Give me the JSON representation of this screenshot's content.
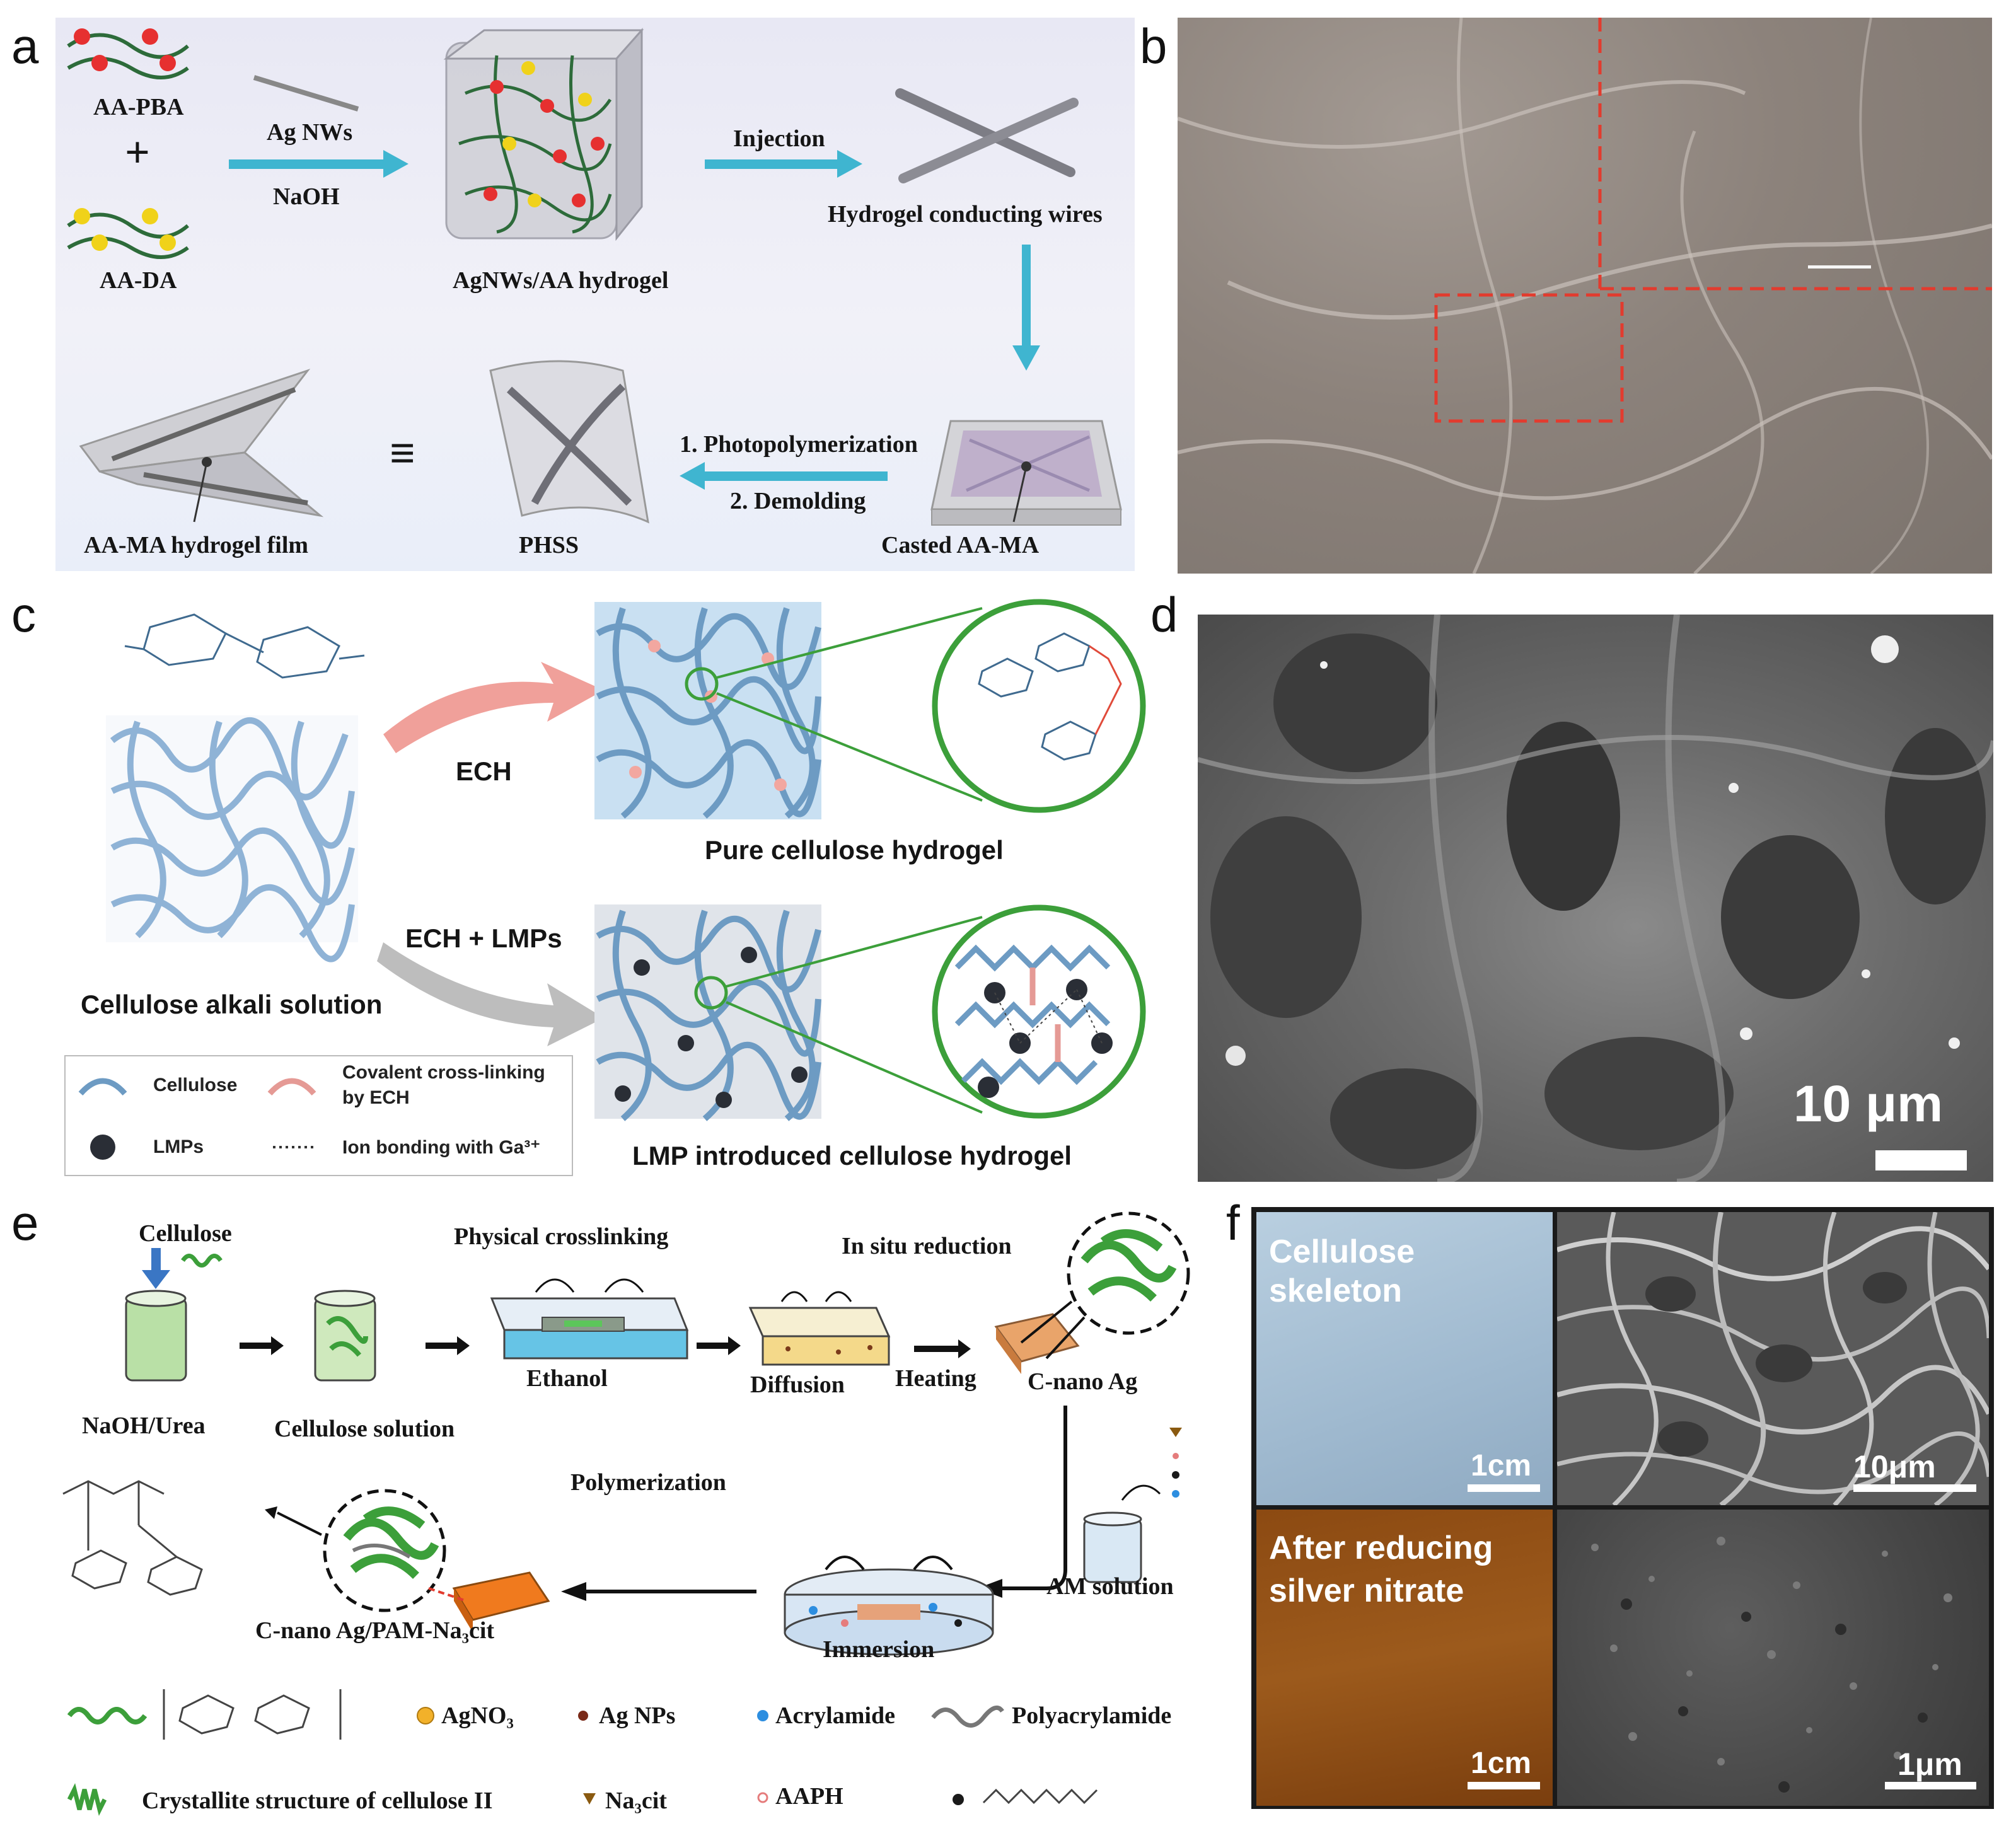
{
  "panel_labels": {
    "a": "a",
    "b": "b",
    "c": "c",
    "d": "d",
    "e": "e",
    "f": "f"
  },
  "a": {
    "aa_pba": "AA-PBA",
    "plus": "+",
    "aa_da": "AA-DA",
    "ag_nws": "Ag NWs",
    "naoh": "NaOH",
    "hydrogel_label": "AgNWs/AA hydrogel",
    "injection": "Injection",
    "wires_label": "Hydrogel conducting wires",
    "step1": "1. Photopolymerization",
    "step2": "2. Demolding",
    "casted": "Casted AA-MA",
    "phss": "PHSS",
    "equiv": "≡",
    "film": "AA-MA hydrogel film"
  },
  "c": {
    "ech": "ECH",
    "ech_lmps": "ECH + LMPs",
    "pure": "Pure cellulose hydrogel",
    "alkali": "Cellulose alkali solution",
    "lmp_hydrogel": "LMP introduced cellulose hydrogel",
    "legend": {
      "cellulose": "Cellulose",
      "covalent": "Covalent cross-linking",
      "by_ech": "by ECH",
      "lmps": "LMPs",
      "ion": "Ion bonding with Ga³⁺"
    }
  },
  "d": {
    "scale": "10 μm"
  },
  "e": {
    "cellulose": "Cellulose",
    "physical": "Physical crosslinking",
    "insitu": "In situ reduction",
    "ethanol": "Ethanol",
    "diffusion": "Diffusion",
    "heating": "Heating",
    "cnano": "C-nano Ag",
    "naoh_urea": "NaOH/Urea",
    "cell_solution": "Cellulose solution",
    "polymerization": "Polymerization",
    "am_solution": "AM solution",
    "immersion": "Immersion",
    "product": "C-nano Ag/PAM-Na₃cit",
    "legend": {
      "agno3": "AgNO₃",
      "agnps": "Ag NPs",
      "acrylamide": "Acrylamide",
      "polyacrylamide": "Polyacrylamide",
      "crystallite": "Crystallite structure of cellulose II",
      "na3cit": "Na₃cit",
      "aaph": "AAPH"
    }
  },
  "f": {
    "skeleton_line1": "Cellulose",
    "skeleton_line2": "skeleton",
    "reduced_line1": "After reducing",
    "reduced_line2": "silver nitrate",
    "scale_top_left": "1cm",
    "scale_top_right": "10μm",
    "scale_bottom_left": "1cm",
    "scale_bottom_right": "1μm"
  },
  "colors": {
    "arrow_cyan": "#3fb5d0",
    "red_dash": "#e23b2e",
    "cellulose_blue": "#7fa9cc",
    "green": "#3c9f3a",
    "orange": "#e8701c"
  }
}
